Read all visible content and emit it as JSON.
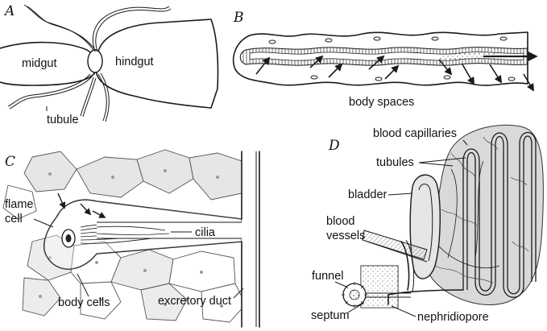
{
  "panels": {
    "A": {
      "letter": "A",
      "labels": {
        "midgut": "midgut",
        "hindgut": "hindgut",
        "tubule": "tubule"
      }
    },
    "B": {
      "letter": "B",
      "labels": {
        "body_spaces": "body spaces"
      }
    },
    "C": {
      "letter": "C",
      "labels": {
        "flame_cell_1": "flame",
        "flame_cell_2": "cell",
        "cilia": "cilia",
        "body_cells": "body cells",
        "excretory_duct": "excretory duct"
      }
    },
    "D": {
      "letter": "D",
      "labels": {
        "blood_capillaries": "blood capillaries",
        "tubules": "tubules",
        "bladder": "bladder",
        "blood_vessels_1": "blood",
        "blood_vessels_2": "vessels",
        "funnel": "funnel",
        "septum": "septum",
        "nephridiopore": "nephridiopore"
      }
    }
  },
  "colors": {
    "ink": "#1a1a1a",
    "cell_fill": "#e6e6e6",
    "tissue_fill": "#d9d9d9",
    "paper": "#ffffff"
  }
}
